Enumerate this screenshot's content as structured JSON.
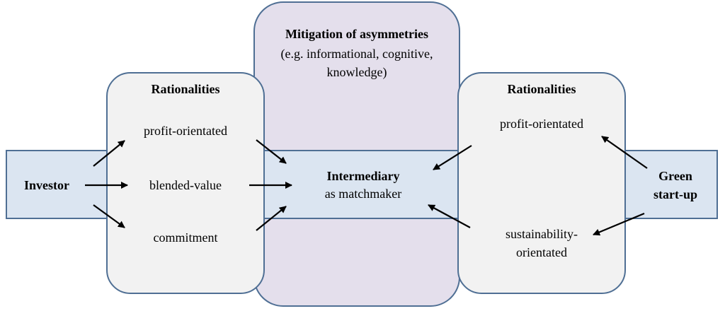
{
  "center": {
    "title": "Mitigation of asymmetries",
    "subtitle_line1": "(e.g. informational, cognitive,",
    "subtitle_line2": "knowledge)"
  },
  "left_panel": {
    "title": "Rationalities",
    "items": [
      "profit-orientated",
      "blended-value",
      "commitment"
    ]
  },
  "right_panel": {
    "title": "Rationalities",
    "items": [
      "profit-orientated",
      "sustainability-",
      "orientated"
    ]
  },
  "investor": "Investor",
  "intermediary": {
    "title": "Intermediary",
    "subtitle": "as matchmaker"
  },
  "green": {
    "line1": "Green",
    "line2": "start-up"
  }
}
